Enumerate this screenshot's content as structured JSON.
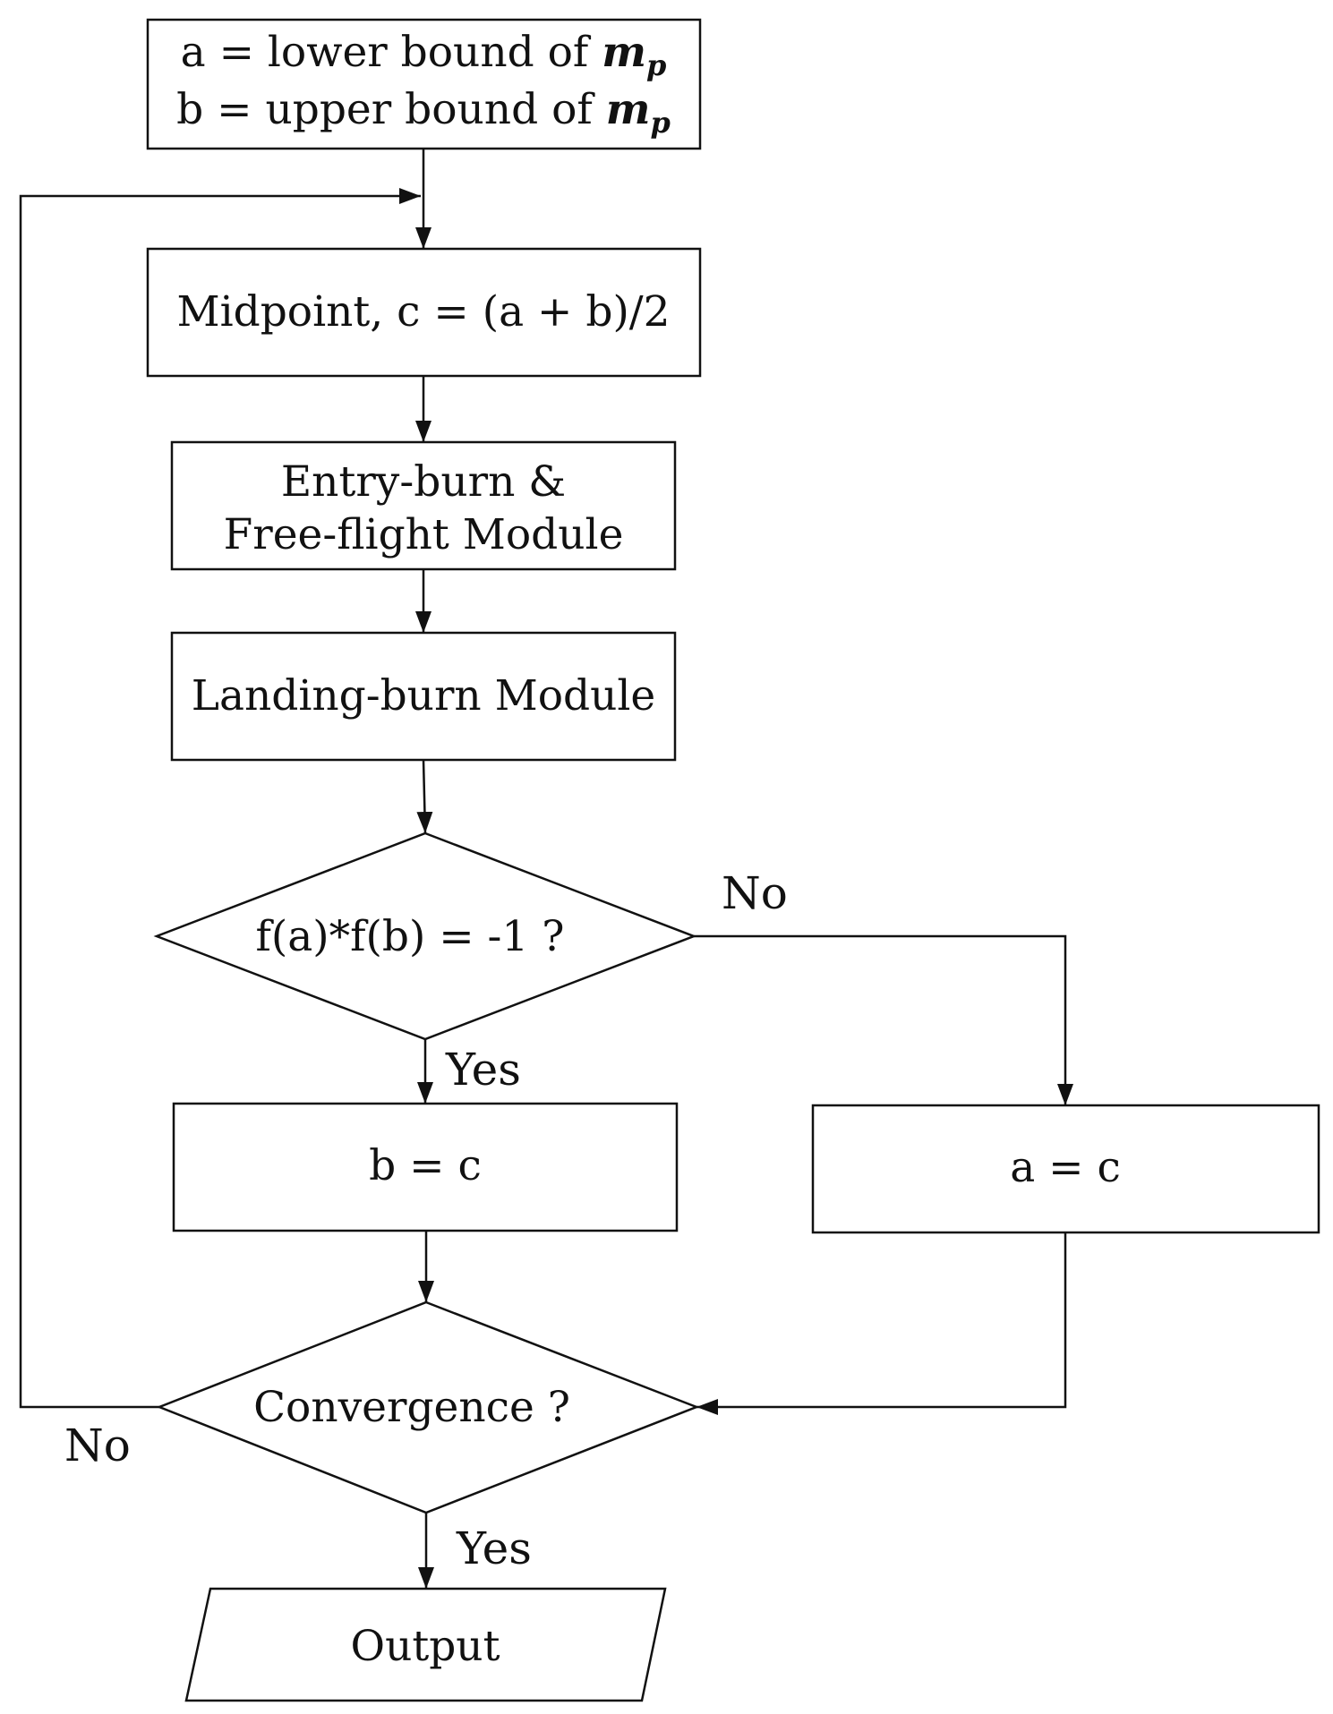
{
  "flowchart": {
    "init_box": {
      "line1_prefix": "a = lower bound of ",
      "line2_prefix": "b = upper bound of ",
      "var_base": "m",
      "var_sub": "p"
    },
    "midpoint_box": "Midpoint, c = (a + b)/2",
    "entry_box": {
      "line1": "Entry-burn &",
      "line2": "Free-flight Module"
    },
    "landing_box": "Landing-burn Module",
    "decision_sign": "f(a)*f(b) = -1 ?",
    "update_b_box": "b = c",
    "update_a_box": "a = c",
    "decision_convergence": "Convergence ?",
    "output_box": "Output",
    "labels": {
      "sign_no": "No",
      "sign_yes": "Yes",
      "conv_no": "No",
      "conv_yes": "Yes"
    }
  }
}
